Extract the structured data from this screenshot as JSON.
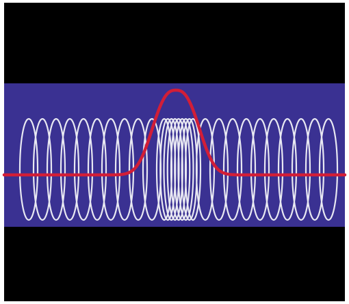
{
  "figure": {
    "description_colors": {
      "background": "#000000",
      "band": "#3a3192",
      "coil": "#e8e8f2",
      "pulse": "#d21e37",
      "frame": "#ffffff"
    },
    "coil": {
      "loop_count_left": 10,
      "loop_count_right": 10,
      "compressed_loop_count": 9
    },
    "pulse": {
      "shape": "gaussian-bump",
      "peak_level": 1.0
    }
  }
}
